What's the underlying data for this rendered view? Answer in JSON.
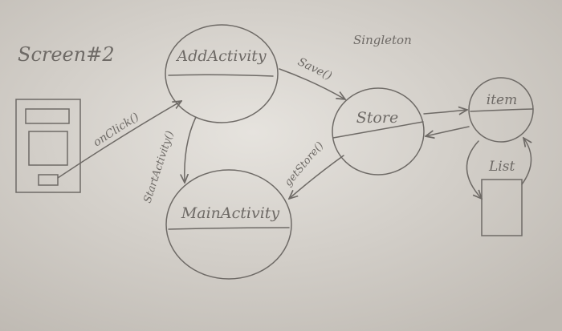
{
  "diagram": {
    "screen_caption": "Screen#2",
    "singleton_caption": "Singleton",
    "nodes": {
      "add_activity": "AddActivity",
      "main_activity": "MainActivity",
      "store": "Store",
      "item": "item",
      "list": "List"
    },
    "edges": {
      "on_click": "onClick()",
      "start_activity": "StartActivity()",
      "save": "Save()",
      "get_store": "getStore()"
    },
    "colors": {
      "paper": "#d9d5cf",
      "pencil": "#6e6a66"
    }
  }
}
